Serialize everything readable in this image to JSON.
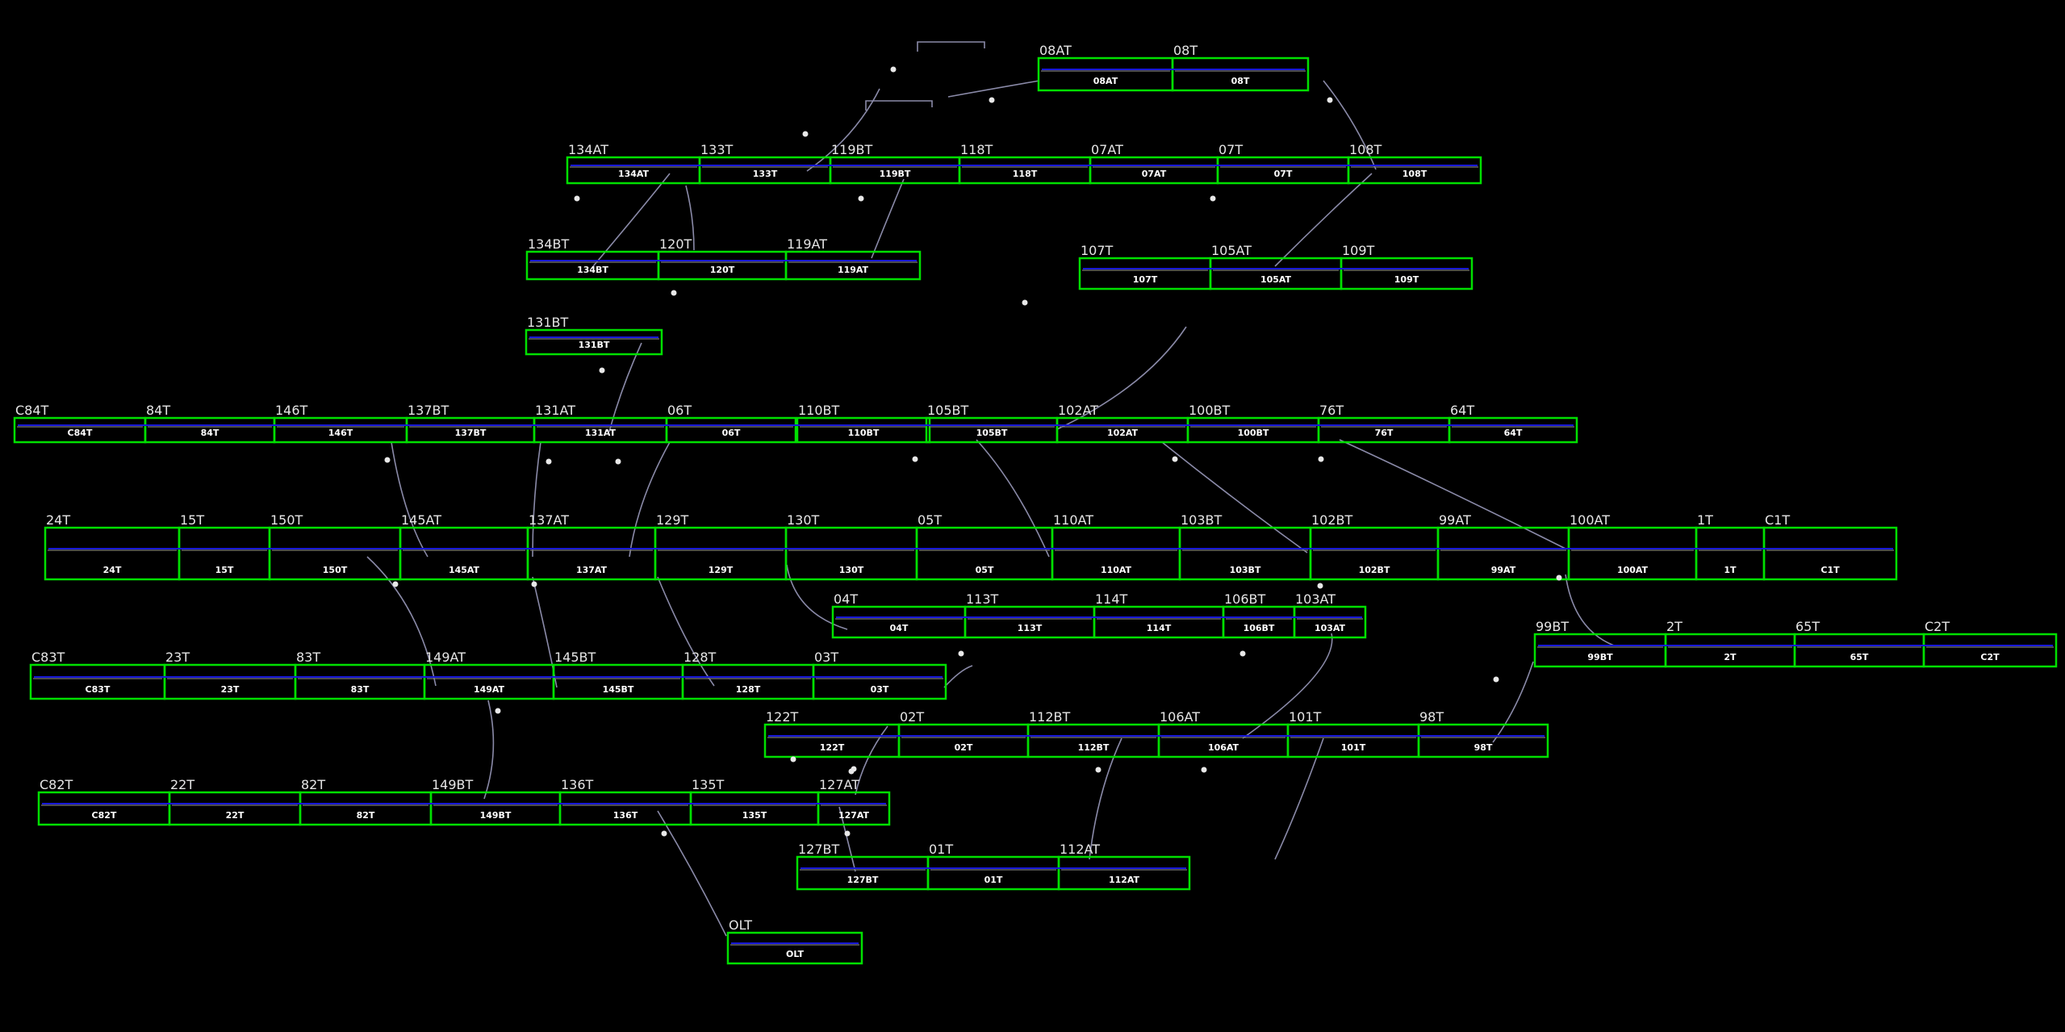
{
  "track_labels": [
    "134AT",
    "133T",
    "119BT",
    "118T",
    "07AT",
    "07T",
    "108T",
    "134BT",
    "120T",
    "119AT",
    "131BT",
    "107T",
    "105AT",
    "109T",
    "08AT",
    "08T",
    "C84T",
    "84T",
    "146T",
    "137BT",
    "131AT",
    "06T",
    "110BT",
    "105BT",
    "102AT",
    "100BT",
    "76T",
    "64T",
    "24T",
    "15T",
    "150T",
    "145AT",
    "137AT",
    "129T",
    "130T",
    "05T",
    "110AT",
    "103BT",
    "102BT",
    "99AT",
    "100AT",
    "1T",
    "C1T",
    "04T",
    "113T",
    "114T",
    "106BT",
    "103AT",
    "C83T",
    "23T",
    "83T",
    "149AT",
    "145BT",
    "128T",
    "03T",
    "99BT",
    "2T",
    "65T",
    "C2T",
    "122T",
    "02T",
    "112BT",
    "106AT",
    "101T",
    "98T",
    "C82T",
    "22T",
    "82T",
    "149BT",
    "136T",
    "135T",
    "127AT",
    "127BT",
    "01T",
    "112AT",
    "OLT"
  ],
  "colors": {
    "background": "#000000",
    "section_border": "#00e000",
    "track_line": "#1818d8",
    "connector": "#8a8aa8",
    "label": "#e6e6e6",
    "dot": "#e8e8e8"
  }
}
